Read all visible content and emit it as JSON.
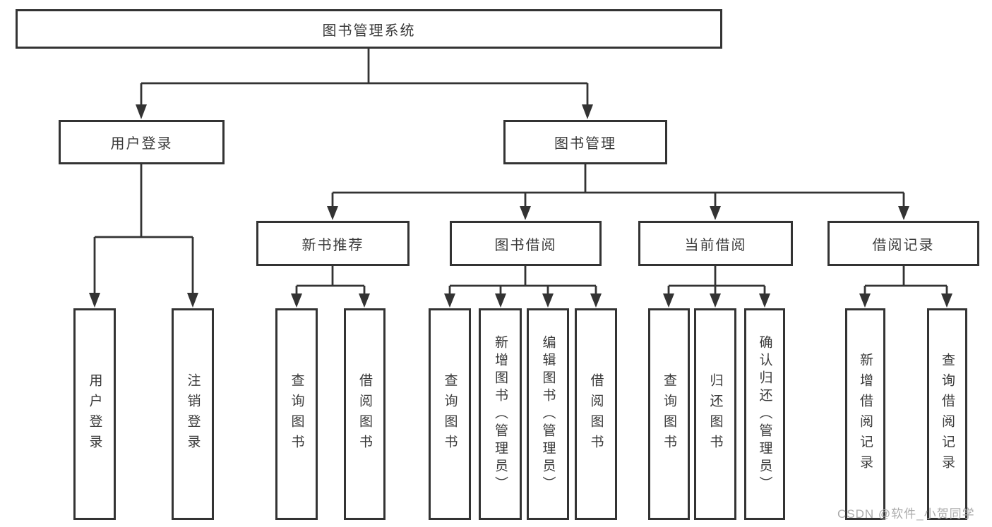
{
  "diagram": {
    "root": {
      "label": "图书管理系统"
    },
    "level2": [
      {
        "id": "user-login",
        "label": "用户登录"
      },
      {
        "id": "book-management",
        "label": "图书管理"
      }
    ],
    "level3": [
      {
        "id": "new-book-recommend",
        "label": "新书推荐",
        "parent": "图书管理"
      },
      {
        "id": "book-borrowing",
        "label": "图书借阅",
        "parent": "图书管理"
      },
      {
        "id": "current-borrowing",
        "label": "当前借阅",
        "parent": "图书管理"
      },
      {
        "id": "borrowing-records",
        "label": "借阅记录",
        "parent": "图书管理"
      }
    ],
    "leaves": [
      {
        "label": "用户登录",
        "parent": "用户登录"
      },
      {
        "label": "注销登录",
        "parent": "用户登录"
      },
      {
        "label": "查询图书",
        "parent": "新书推荐"
      },
      {
        "label": "借阅图书",
        "parent": "新书推荐"
      },
      {
        "label": "查询图书",
        "parent": "图书借阅"
      },
      {
        "label": "新增图书（管理员）",
        "parent": "图书借阅"
      },
      {
        "label": "编辑图书（管理员）",
        "parent": "图书借阅"
      },
      {
        "label": "借阅图书",
        "parent": "图书借阅"
      },
      {
        "label": "查询图书",
        "parent": "当前借阅"
      },
      {
        "label": "归还图书",
        "parent": "当前借阅"
      },
      {
        "label": "确认归还（管理员）",
        "parent": "当前借阅"
      },
      {
        "label": "新增借阅记录",
        "parent": "借阅记录"
      },
      {
        "label": "查询借阅记录",
        "parent": "借阅记录"
      }
    ]
  },
  "watermark": {
    "text": "CSDN @软件_小贺同学"
  },
  "colors": {
    "line": "#333333",
    "box_border": "#333333",
    "box_fill": "#ffffff",
    "text": "#3a3a3a",
    "background": "#ffffff",
    "watermark": "#ababab"
  }
}
